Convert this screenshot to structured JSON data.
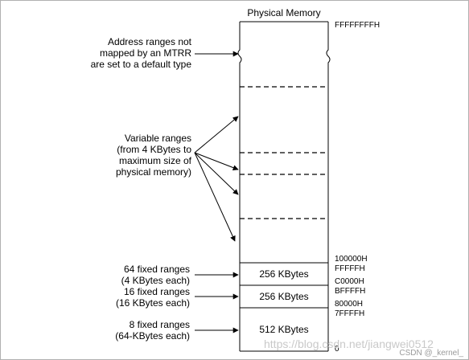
{
  "title": "Physical Memory",
  "addresses": {
    "top": "FFFFFFFFH",
    "a100000": "100000H",
    "aFFFFF": "FFFFFH",
    "aC0000": "C0000H",
    "aBFFFF": "BFFFFH",
    "a80000": "80000H",
    "a7FFFF": "7FFFFH",
    "zero": "0"
  },
  "segments": {
    "seg256a": "256 KBytes",
    "seg256b": "256 KBytes",
    "seg512": "512 KBytes"
  },
  "labels": {
    "unmapped": [
      "Address ranges not",
      "mapped by an MTRR",
      "are set to a default type"
    ],
    "variable": [
      "Variable ranges",
      "(from 4 KBytes to",
      "maximum size of",
      "physical memory)"
    ],
    "fixed64": [
      "64 fixed ranges",
      "(4 KBytes each)"
    ],
    "fixed16": [
      "16 fixed ranges",
      "(16 KBytes each)"
    ],
    "fixed8": [
      "8 fixed ranges",
      "(64-KBytes each)"
    ]
  },
  "watermark": {
    "url": "https://blog.csdn.net/jiangwei0512",
    "credit": "CSDN @_kernel_"
  }
}
